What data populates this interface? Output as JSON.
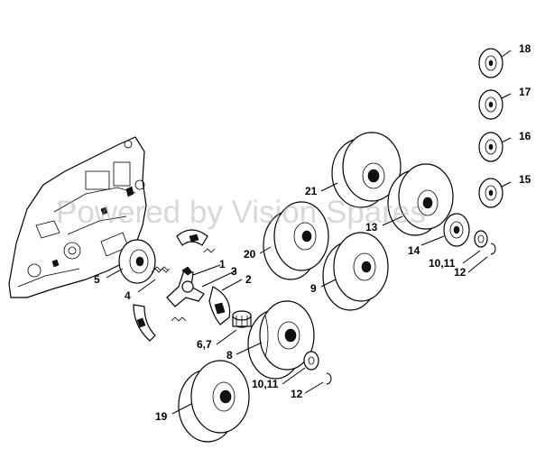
{
  "watermark": "Powered by Vision Spares",
  "callouts": {
    "p1": "1",
    "p2": "2",
    "p3": "3",
    "p4": "4",
    "p5": "5",
    "p67": "6,7",
    "p8": "8",
    "p9": "9",
    "p1011_low": "10,11",
    "p1011_high": "10,11",
    "p12_low": "12",
    "p12_high": "12",
    "p13": "13",
    "p14": "14",
    "p15": "15",
    "p16": "16",
    "p17": "17",
    "p18": "18",
    "p19": "19",
    "p20": "20",
    "p21": "21"
  }
}
